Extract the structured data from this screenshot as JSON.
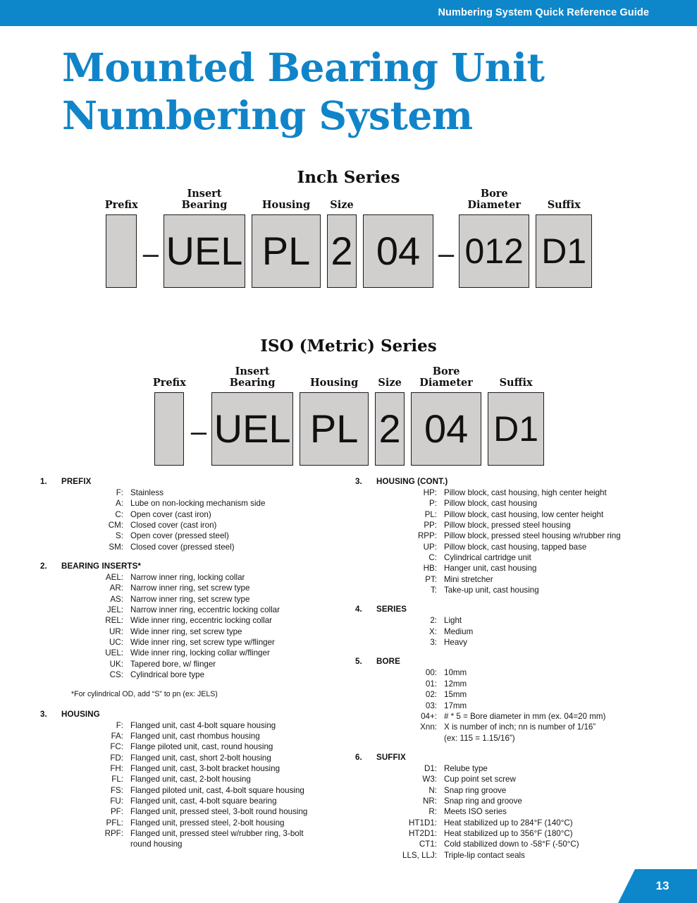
{
  "header": {
    "title": "Numbering System Quick Reference Guide",
    "bar_color": "#0d87ca"
  },
  "title": {
    "line1": "Mounted Bearing Unit",
    "line2": "Numbering System",
    "color": "#1084c9"
  },
  "diagrams": [
    {
      "heading": "Inch Series",
      "segments": [
        {
          "label": "Prefix",
          "value": "",
          "width": 44,
          "height": 104,
          "font_size": 44
        },
        {
          "type": "dash",
          "value": "–"
        },
        {
          "label": "Insert\nBearing",
          "value": "UEL",
          "width": 116,
          "height": 104,
          "font_size": 56
        },
        {
          "label": "Housing",
          "value": "PL",
          "width": 98,
          "height": 104,
          "font_size": 56
        },
        {
          "label": "Size",
          "value": "2",
          "width": 42,
          "height": 104,
          "font_size": 56
        },
        {
          "label": "",
          "value": "04",
          "width": 100,
          "height": 104,
          "font_size": 56
        },
        {
          "type": "dash",
          "value": "–"
        },
        {
          "label": "Bore\nDiameter",
          "value": "012",
          "width": 100,
          "height": 104,
          "font_size": 50
        },
        {
          "label": "Suffix",
          "value": "D1",
          "width": 80,
          "height": 104,
          "font_size": 50
        }
      ]
    },
    {
      "heading": "ISO (Metric) Series",
      "segments": [
        {
          "label": "Prefix",
          "value": "",
          "width": 42,
          "height": 104,
          "font_size": 44
        },
        {
          "type": "dash",
          "value": "–"
        },
        {
          "label": "Insert\nBearing",
          "value": "UEL",
          "width": 116,
          "height": 104,
          "font_size": 56
        },
        {
          "label": "Housing",
          "value": "PL",
          "width": 98,
          "height": 104,
          "font_size": 56
        },
        {
          "label": "Size",
          "value": "2",
          "width": 42,
          "height": 104,
          "font_size": 56
        },
        {
          "label": "Bore\nDiameter",
          "value": "04",
          "width": 100,
          "height": 104,
          "font_size": 56
        },
        {
          "label": "Suffix",
          "value": "D1",
          "width": 80,
          "height": 104,
          "font_size": 50
        }
      ]
    }
  ],
  "legend_left": {
    "sections": [
      {
        "number": "1.",
        "title": "PREFIX",
        "entries": [
          {
            "code": "F:",
            "desc": "Stainless"
          },
          {
            "code": "A:",
            "desc": "Lube on non-locking mechanism side"
          },
          {
            "code": "C:",
            "desc": "Open cover (cast iron)"
          },
          {
            "code": "CM:",
            "desc": "Closed cover (cast iron)"
          },
          {
            "code": "S:",
            "desc": "Open cover (pressed steel)"
          },
          {
            "code": "SM:",
            "desc": "Closed cover (pressed steel)"
          }
        ]
      },
      {
        "number": "2.",
        "title": "BEARING INSERTS*",
        "entries": [
          {
            "code": "AEL:",
            "desc": "Narrow inner ring, locking collar"
          },
          {
            "code": "AR:",
            "desc": "Narrow inner ring, set screw type"
          },
          {
            "code": "AS:",
            "desc": "Narrow inner ring, set screw type"
          },
          {
            "code": "JEL:",
            "desc": "Narrow inner ring, eccentric locking collar"
          },
          {
            "code": "REL:",
            "desc": "Wide inner ring, eccentric locking collar"
          },
          {
            "code": "UR:",
            "desc": "Wide inner ring, set screw type"
          },
          {
            "code": "UC:",
            "desc": "Wide inner ring, set screw type w/flinger"
          },
          {
            "code": "UEL:",
            "desc": "Wide inner ring, locking collar w/flinger"
          },
          {
            "code": "UK:",
            "desc": "Tapered bore,  w/ flinger"
          },
          {
            "code": "CS:",
            "desc": "Cylindrical bore type"
          }
        ]
      }
    ],
    "footnote": "*For cylindrical OD, add “S” to pn (ex: JELS)",
    "housing_section": {
      "number": "3.",
      "title": "HOUSING",
      "entries": [
        {
          "code": "F:",
          "desc": "Flanged unit, cast 4-bolt square housing"
        },
        {
          "code": "FA:",
          "desc": "Flanged unit, cast rhombus housing"
        },
        {
          "code": "FC:",
          "desc": "Flange piloted unit, cast, round housing"
        },
        {
          "code": "FD:",
          "desc": "Flanged unit, cast, short 2-bolt housing"
        },
        {
          "code": "FH:",
          "desc": "Flanged unit, cast, 3-bolt bracket housing"
        },
        {
          "code": "FL:",
          "desc": "Flanged unit, cast, 2-bolt housing"
        },
        {
          "code": "FS:",
          "desc": "Flanged piloted unit, cast, 4-bolt square housing"
        },
        {
          "code": "FU:",
          "desc": "Flanged unit, cast, 4-bolt square bearing"
        },
        {
          "code": "PF:",
          "desc": "Flanged unit, pressed steel, 3-bolt round housing"
        },
        {
          "code": "PFL:",
          "desc": "Flanged unit, pressed steel, 2-bolt housing"
        },
        {
          "code": "RPF:",
          "desc": "Flanged unit, pressed steel w/rubber ring, 3-bolt"
        },
        {
          "code": "",
          "desc": "round housing"
        }
      ]
    }
  },
  "legend_right": {
    "sections": [
      {
        "number": "3.",
        "title": "HOUSING (CONT.)",
        "entries": [
          {
            "code": "HP:",
            "desc": "Pillow block, cast housing, high center height"
          },
          {
            "code": "P:",
            "desc": "Pillow block, cast housing"
          },
          {
            "code": "PL:",
            "desc": "Pillow block, cast housing, low center height"
          },
          {
            "code": "PP:",
            "desc": "Pillow block, pressed steel housing"
          },
          {
            "code": "RPP:",
            "desc": "Pillow block, pressed steel housing w/rubber ring"
          },
          {
            "code": "UP:",
            "desc": "Pillow block, cast housing, tapped base"
          },
          {
            "code": "C:",
            "desc": "Cylindrical cartridge unit"
          },
          {
            "code": "HB:",
            "desc": "Hanger unit, cast housing"
          },
          {
            "code": "PT:",
            "desc": "Mini stretcher"
          },
          {
            "code": "T:",
            "desc": "Take-up unit, cast housing"
          }
        ]
      },
      {
        "number": "4.",
        "title": "SERIES",
        "entries": [
          {
            "code": "2:",
            "desc": "Light"
          },
          {
            "code": "X:",
            "desc": "Medium"
          },
          {
            "code": "3:",
            "desc": "Heavy"
          }
        ]
      },
      {
        "number": "5.",
        "title": "BORE",
        "entries": [
          {
            "code": "00:",
            "desc": "10mm"
          },
          {
            "code": "01:",
            "desc": "12mm"
          },
          {
            "code": "02:",
            "desc": "15mm"
          },
          {
            "code": "03:",
            "desc": "17mm"
          },
          {
            "code": "04+:",
            "desc": "# * 5 = Bore diameter in mm (ex. 04=20 mm)"
          },
          {
            "code": "Xnn:",
            "desc": "X is number of inch; nn is number of 1/16”"
          },
          {
            "code": "",
            "desc": "(ex: 115 = 1.15/16”)"
          }
        ]
      },
      {
        "number": "6.",
        "title": "SUFFIX",
        "entries": [
          {
            "code": "D1:",
            "desc": "Relube type"
          },
          {
            "code": "W3:",
            "desc": "Cup point set screw"
          },
          {
            "code": "N:",
            "desc": "Snap ring groove"
          },
          {
            "code": "NR:",
            "desc": "Snap ring and groove"
          },
          {
            "code": "R:",
            "desc": "Meets ISO series"
          },
          {
            "code": "HT1D1:",
            "desc": "Heat stabilized up to 284°F (140°C)"
          },
          {
            "code": "HT2D1:",
            "desc": "Heat stabilized up to 356°F (180°C)"
          },
          {
            "code": "CT1:",
            "desc": "Cold stabilized down to -58°F (-50°C)"
          },
          {
            "code": "LLS, LLJ:",
            "desc": "Triple-lip contact seals"
          }
        ]
      }
    ]
  },
  "footer": {
    "page_number": "13"
  }
}
